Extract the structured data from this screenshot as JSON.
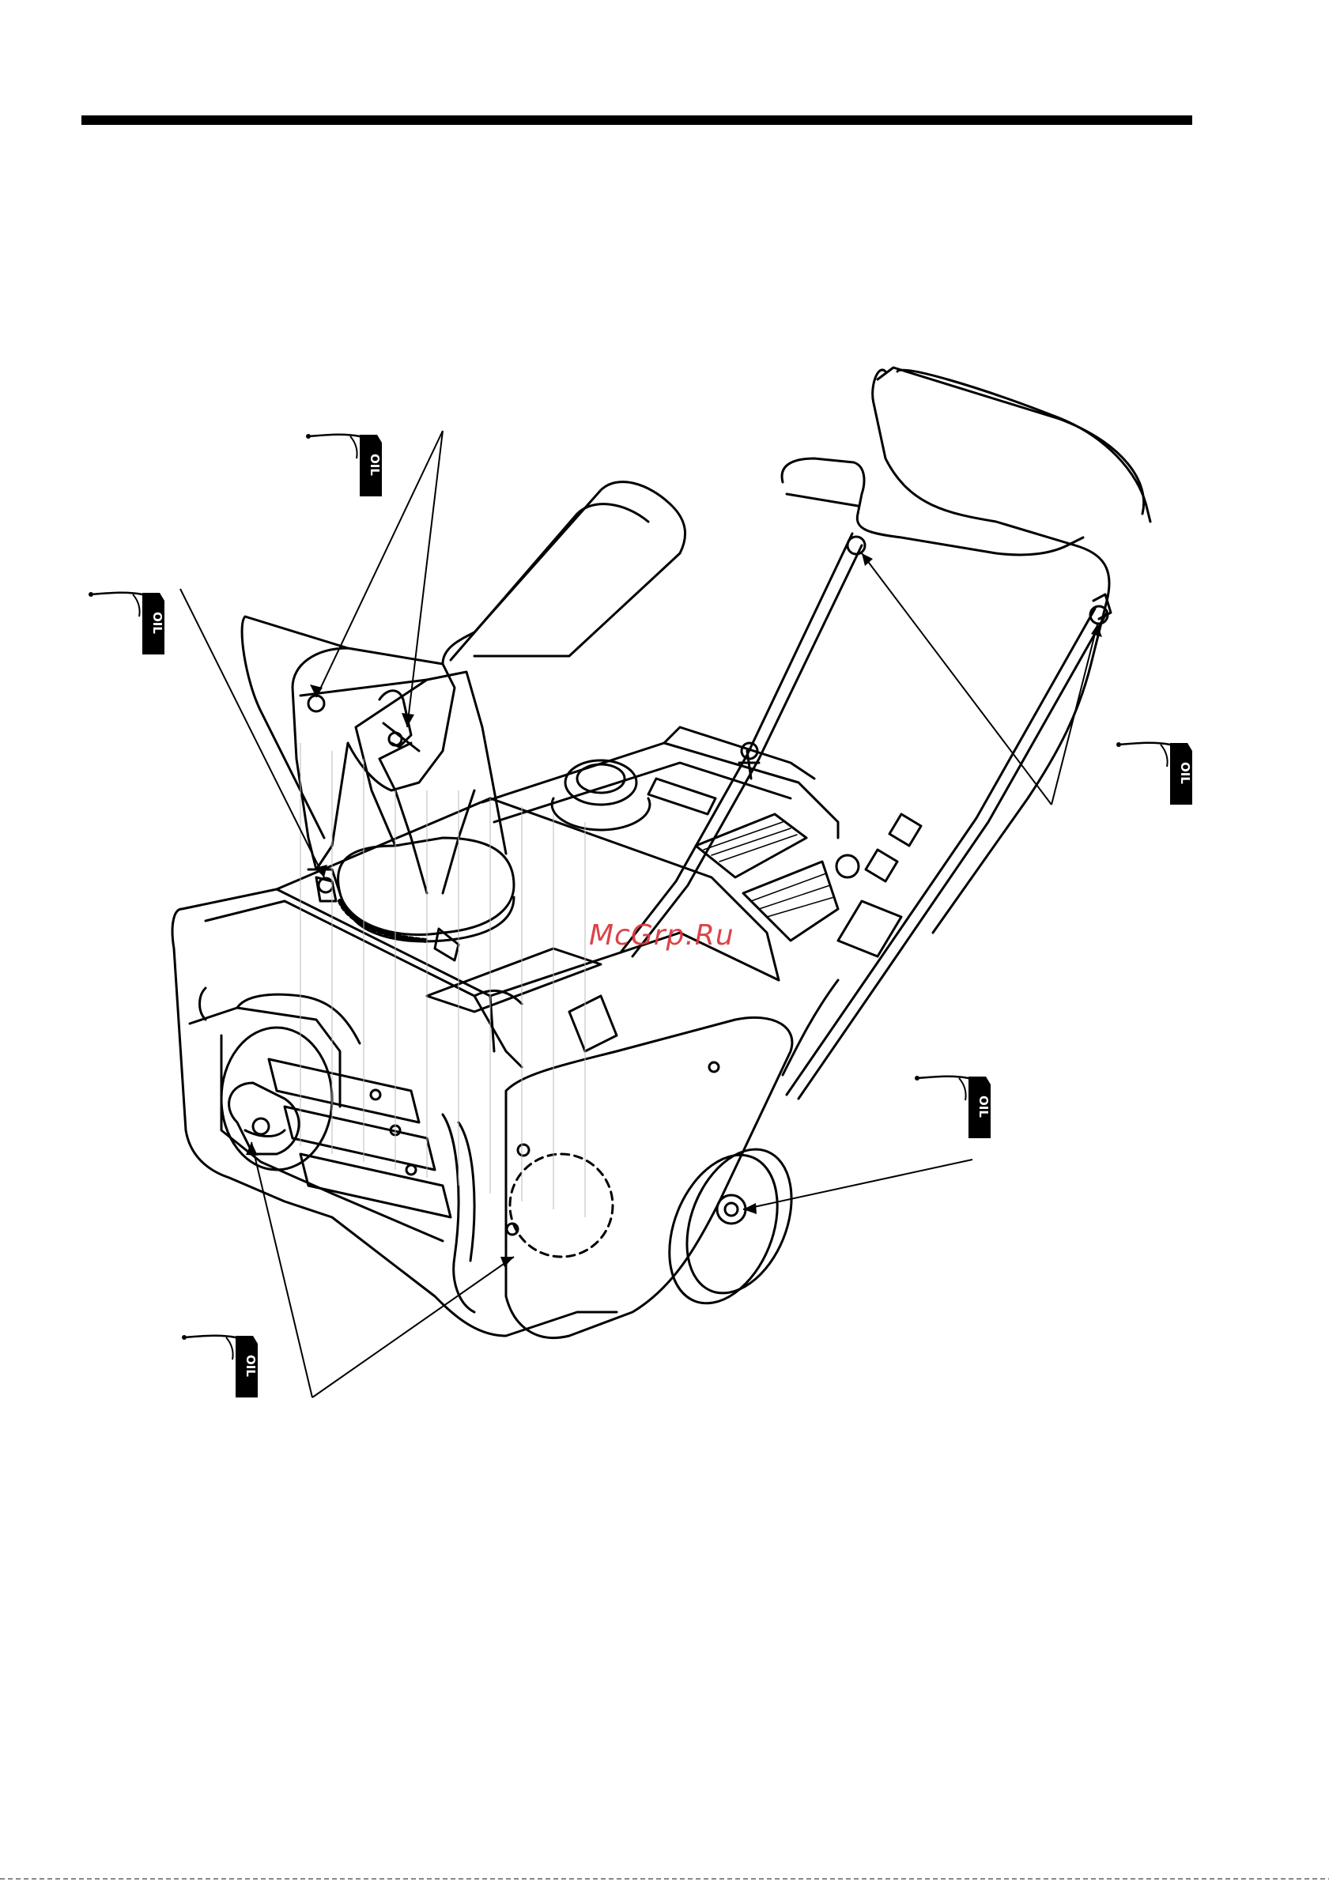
{
  "watermark": {
    "text": "McGrp.Ru",
    "color": "#d9343a"
  },
  "oil_labels": [
    "OIL",
    "OIL",
    "OIL",
    "OIL",
    "OIL"
  ],
  "icons": [
    "oil-can-icon"
  ],
  "figure": {
    "subject": "snowblower lubrication points",
    "line_color": "#000000"
  }
}
